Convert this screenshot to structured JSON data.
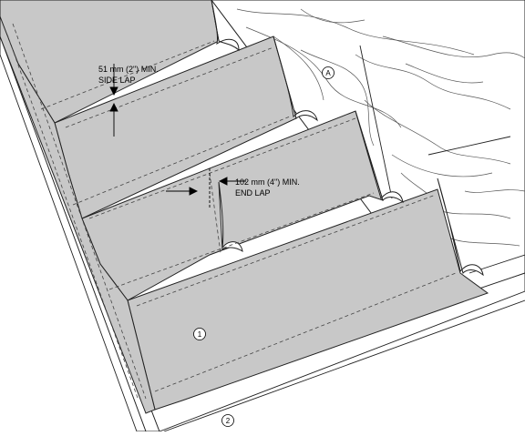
{
  "annotations": {
    "side_lap_line1": "51 mm (2\") MIN.",
    "side_lap_line2": "SIDE LAP",
    "end_lap_line1": "102 mm (4\") MIN.",
    "end_lap_line2": "END LAP"
  },
  "callouts": {
    "a": "A",
    "one": "1",
    "two": "2"
  },
  "colors": {
    "membrane": "#c8c8c8",
    "curl_highlight": "#ffffff",
    "line": "#222222",
    "background": "#ffffff"
  }
}
